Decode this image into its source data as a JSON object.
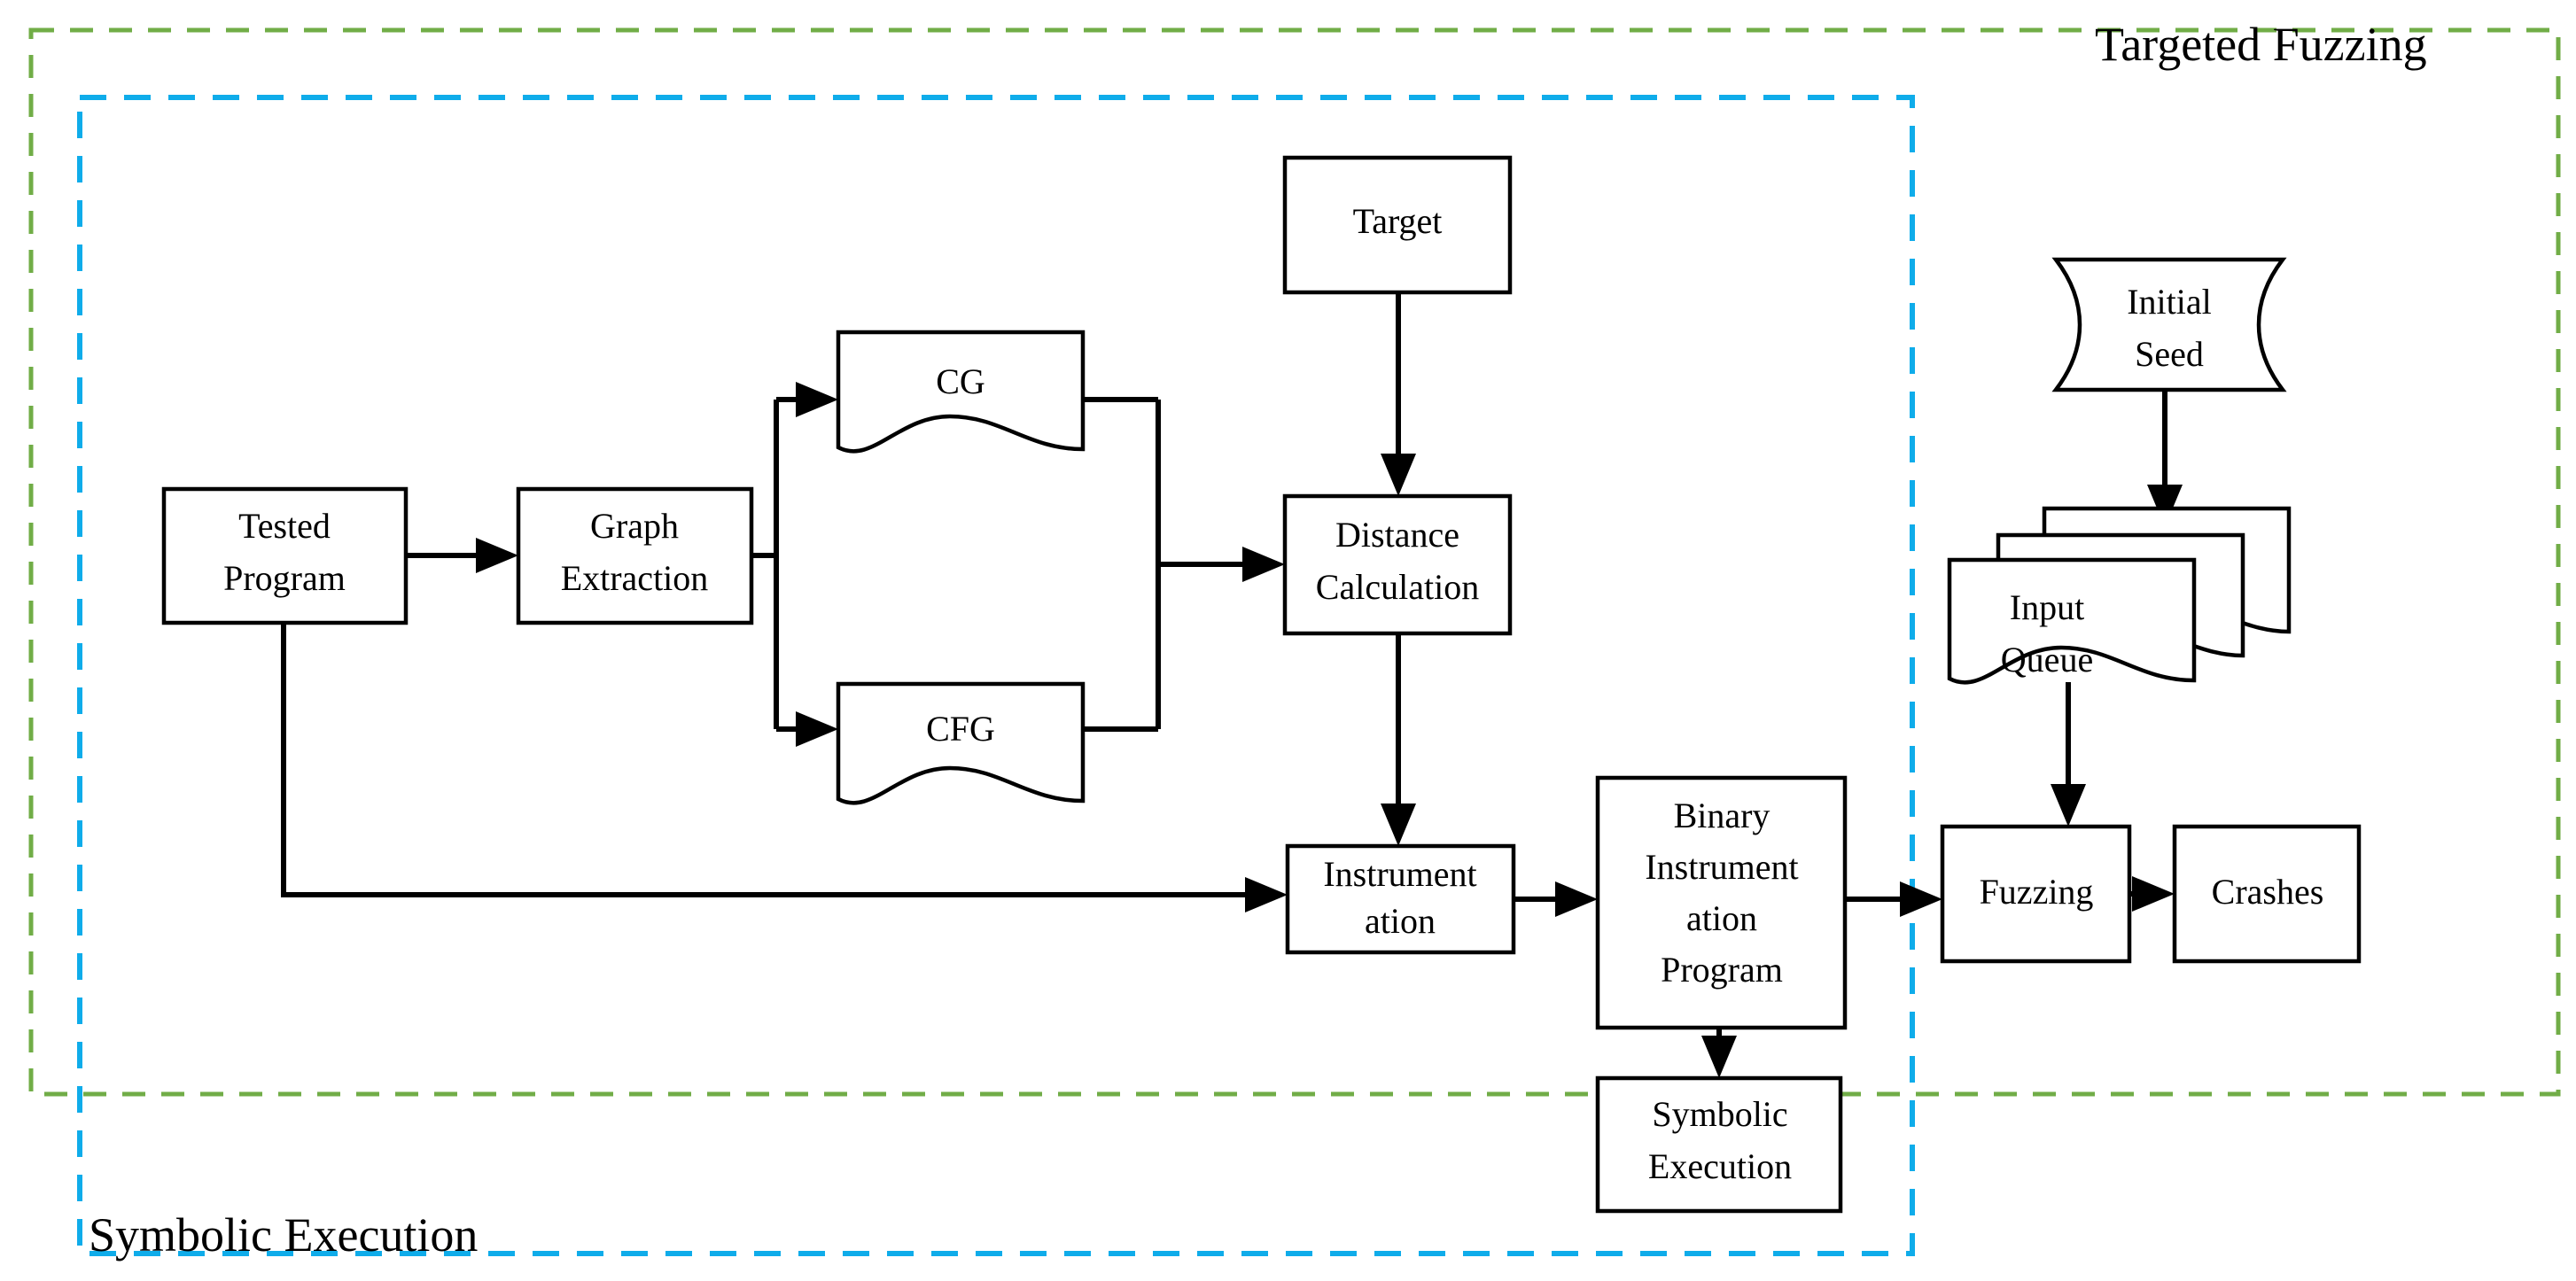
{
  "diagram": {
    "title": "Targeted Fuzzing with Symbolic Execution Workflow",
    "groups": [
      {
        "id": "targeted-fuzzing",
        "label": "Targeted Fuzzing",
        "color": "#71AD47",
        "style": "dashed",
        "label_position": "top-right"
      },
      {
        "id": "symbolic-execution",
        "label": "Symbolic Execution",
        "color": "#0FACEA",
        "style": "dashed",
        "label_position": "bottom-left"
      }
    ],
    "nodes": [
      {
        "id": "tested-program",
        "label": "Tested\nProgram",
        "lines": [
          "Tested",
          "Program"
        ],
        "shape": "rect"
      },
      {
        "id": "graph-extraction",
        "label": "Graph\nExtraction",
        "lines": [
          "Graph",
          "Extraction"
        ],
        "shape": "rect"
      },
      {
        "id": "cg",
        "label": "CG",
        "lines": [
          "CG"
        ],
        "shape": "document"
      },
      {
        "id": "cfg",
        "label": "CFG",
        "lines": [
          "CFG"
        ],
        "shape": "document"
      },
      {
        "id": "target",
        "label": "Target",
        "lines": [
          "Target"
        ],
        "shape": "rect"
      },
      {
        "id": "distance-calculation",
        "label": "Distance\nCalculation",
        "lines": [
          "Distance",
          "Calculation"
        ],
        "shape": "rect"
      },
      {
        "id": "instrumentation",
        "label": "Instrument\nation",
        "lines": [
          "Instrument",
          "ation"
        ],
        "shape": "rect"
      },
      {
        "id": "binary-instrumentation-program",
        "label": "Binary\nInstrument\nation\nProgram",
        "lines": [
          "Binary",
          "Instrument",
          "ation",
          "Program"
        ],
        "shape": "rect"
      },
      {
        "id": "symbolic-execution-node",
        "label": "Symbolic\nExecution",
        "lines": [
          "Symbolic",
          "Execution"
        ],
        "shape": "rect"
      },
      {
        "id": "initial-seed",
        "label": "Initial\nSeed",
        "lines": [
          "Initial",
          "Seed"
        ],
        "shape": "tape"
      },
      {
        "id": "input-queue",
        "label": "Input\nQueue",
        "lines": [
          "Input",
          "Queue"
        ],
        "shape": "multidocument"
      },
      {
        "id": "fuzzing",
        "label": "Fuzzing",
        "lines": [
          "Fuzzing"
        ],
        "shape": "rect"
      },
      {
        "id": "crashes",
        "label": "Crashes",
        "lines": [
          "Crashes"
        ],
        "shape": "rect"
      }
    ],
    "edges": [
      {
        "from": "tested-program",
        "to": "graph-extraction"
      },
      {
        "from": "tested-program",
        "to": "instrumentation"
      },
      {
        "from": "graph-extraction",
        "to": "cg"
      },
      {
        "from": "graph-extraction",
        "to": "cfg"
      },
      {
        "from": "cg",
        "to": "distance-calculation"
      },
      {
        "from": "cfg",
        "to": "distance-calculation"
      },
      {
        "from": "target",
        "to": "distance-calculation"
      },
      {
        "from": "distance-calculation",
        "to": "instrumentation"
      },
      {
        "from": "instrumentation",
        "to": "binary-instrumentation-program"
      },
      {
        "from": "binary-instrumentation-program",
        "to": "fuzzing"
      },
      {
        "from": "binary-instrumentation-program",
        "to": "symbolic-execution-node"
      },
      {
        "from": "initial-seed",
        "to": "input-queue"
      },
      {
        "from": "input-queue",
        "to": "fuzzing"
      },
      {
        "from": "fuzzing",
        "to": "crashes"
      }
    ]
  }
}
